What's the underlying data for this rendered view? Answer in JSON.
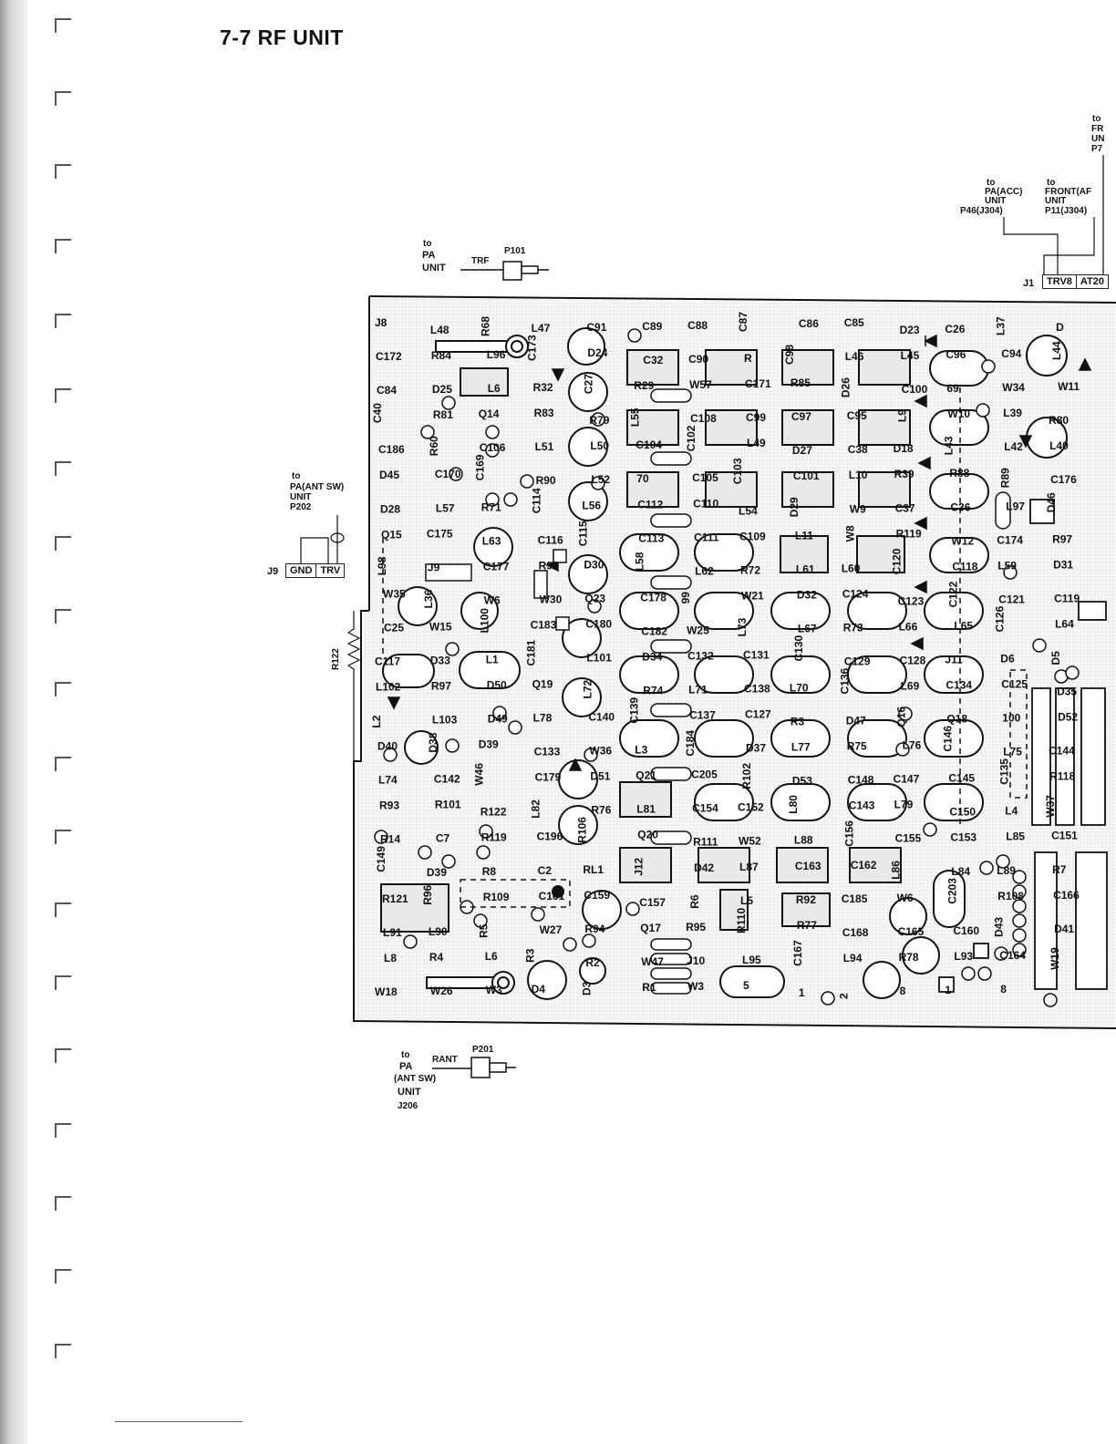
{
  "title": "7-7 RF UNIT",
  "connectors": {
    "p101": {
      "to": "to",
      "dest1": "PA",
      "dest2": "UNIT",
      "signal": "TRF",
      "id": "P101"
    },
    "p201": {
      "to": "to",
      "dest1": "PA",
      "dest2": "(ANT SW)",
      "dest3": "UNIT",
      "dest4": "J206",
      "signal": "RANT",
      "id": "P201"
    },
    "j9": {
      "to": "to",
      "dest1": "PA(ANT SW)",
      "dest2": "UNIT",
      "dest3": "P202",
      "id": "J9",
      "pins": [
        "GND",
        "TRV"
      ]
    },
    "acc": {
      "to": "to",
      "dest1": "PA(ACC)",
      "dest2": "UNIT",
      "dest3": "P46(J304)"
    },
    "front_af": {
      "to": "to",
      "dest1": "FRONT(AF",
      "dest2": "UNIT",
      "dest3": "P11(J304)"
    },
    "front_top": {
      "to": "to",
      "dest1": "FR",
      "dest2": "UN",
      "dest3": "P7"
    },
    "j1": {
      "id": "J1",
      "pins": [
        "TRV8",
        "AT20"
      ]
    }
  },
  "side_labels": {
    "r122": "R122"
  },
  "components": [
    "J8",
    "L48",
    "R68",
    "L47",
    "C91",
    "C89",
    "C88",
    "C87",
    "C86",
    "C85",
    "D23",
    "C26",
    "L37",
    "D",
    "C172",
    "R84",
    "L96",
    "C173",
    "D24",
    "C32",
    "C90",
    "R",
    "C98",
    "L46",
    "L45",
    "C96",
    "C94",
    "L44",
    "C84",
    "D25",
    "L6",
    "R32",
    "C27",
    "R29",
    "W57",
    "C171",
    "R85",
    "D26",
    "C100",
    "69",
    "W34",
    "W11",
    "C40",
    "R81",
    "Q14",
    "R83",
    "R79",
    "L55",
    "C108",
    "C99",
    "C97",
    "C95",
    "L9",
    "W10",
    "L39",
    "R80",
    "C186",
    "R60",
    "C106",
    "L51",
    "L50",
    "C104",
    "C102",
    "L49",
    "D27",
    "C38",
    "D18",
    "L43",
    "L42",
    "L40",
    "D45",
    "C170",
    "C169",
    "R90",
    "L52",
    "70",
    "C105",
    "C103",
    "C101",
    "L10",
    "R39",
    "R88",
    "R89",
    "C176",
    "D28",
    "L57",
    "R71",
    "C114",
    "L56",
    "C112",
    "C110",
    "L54",
    "D29",
    "W9",
    "C37",
    "C36",
    "L97",
    "D46",
    "Q15",
    "C175",
    "L63",
    "C116",
    "C115",
    "C113",
    "C111",
    "C109",
    "L11",
    "W8",
    "R119",
    "W12",
    "C174",
    "R97",
    "L98",
    "J9",
    "C177",
    "R91",
    "D30",
    "L58",
    "L62",
    "R72",
    "L61",
    "L60",
    "C120",
    "C118",
    "L59",
    "D31",
    "W35",
    "L36",
    "W6",
    "W30",
    "Q23",
    "C178",
    "99",
    "W21",
    "D32",
    "C124",
    "C123",
    "C122",
    "C121",
    "C119",
    "C25",
    "W15",
    "L100",
    "C183",
    "C180",
    "C182",
    "W25",
    "L73",
    "L67",
    "R73",
    "L66",
    "L65",
    "C126",
    "L64",
    "C117",
    "D33",
    "L1",
    "C181",
    "L101",
    "D34",
    "C132",
    "C131",
    "C130",
    "C129",
    "C128",
    "J11",
    "D6",
    "D5",
    "L102",
    "R97",
    "D50",
    "Q19",
    "L72",
    "R74",
    "L71",
    "C138",
    "L70",
    "C136",
    "L69",
    "C134",
    "C125",
    "D35",
    "L2",
    "L103",
    "D49",
    "L78",
    "C140",
    "C139",
    "C137",
    "C127",
    "R3",
    "D47",
    "Q16",
    "Q18",
    "100",
    "D52",
    "D40",
    "D38",
    "D39",
    "C133",
    "W36",
    "L3",
    "C184",
    "D37",
    "L77",
    "R75",
    "L76",
    "C146",
    "L75",
    "C144",
    "L74",
    "C142",
    "W46",
    "C179",
    "D51",
    "Q21",
    "C205",
    "R102",
    "D53",
    "C148",
    "C147",
    "C145",
    "C135",
    "R118",
    "R93",
    "R101",
    "R122",
    "L82",
    "R76",
    "L81",
    "C154",
    "C152",
    "L80",
    "C143",
    "L79",
    "C150",
    "L4",
    "W37",
    "R14",
    "C7",
    "R119",
    "C196",
    "R106",
    "Q20",
    "R111",
    "W52",
    "L88",
    "C156",
    "C155",
    "C153",
    "L85",
    "C151",
    "C149",
    "D39",
    "R8",
    "C2",
    "RL1",
    "J12",
    "D42",
    "L87",
    "C163",
    "C162",
    "L86",
    "L84",
    "L89",
    "R7",
    "R121",
    "R96",
    "R109",
    "C161",
    "C159",
    "C157",
    "R6",
    "L5",
    "R92",
    "C185",
    "W6",
    "C203",
    "R108",
    "C166",
    "L91",
    "L90",
    "R5",
    "W27",
    "R94",
    "Q17",
    "R95",
    "R110",
    "R77",
    "C168",
    "C165",
    "C160",
    "D43",
    "D41",
    "L8",
    "R4",
    "L6",
    "R3",
    "R2",
    "W47",
    "J10",
    "L95",
    "C167",
    "L94",
    "R78",
    "L93",
    "C164",
    "W19",
    "W18",
    "W26",
    "W3",
    "D4",
    "D3",
    "R1",
    "W3",
    "5",
    "1",
    "2",
    "8",
    "1",
    "8"
  ]
}
